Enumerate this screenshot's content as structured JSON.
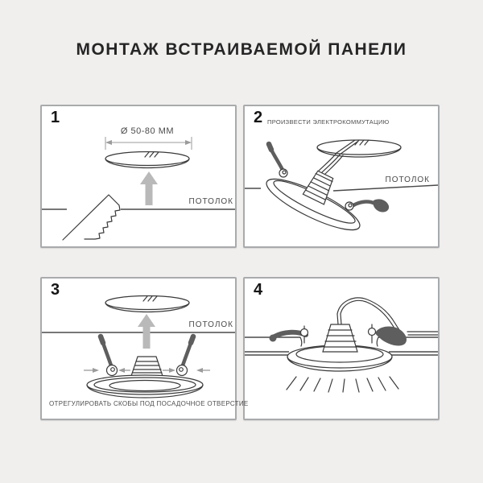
{
  "title": "МОНТАЖ ВСТРАИВАЕМОЙ ПАНЕЛИ",
  "labels": {
    "ceiling": "ПОТОЛОК",
    "hole_diameter": "Ø 50-80 ММ"
  },
  "steps": [
    {
      "number": "1"
    },
    {
      "number": "2",
      "caption": "ПРОИЗВЕСТИ ЭЛЕКТРОКОММУТАЦИЮ"
    },
    {
      "number": "3",
      "caption": "ОТРЕГУЛИРОВАТЬ СКОБЫ ПОД ПОСАДОЧНОЕ ОТВЕРСТИЕ"
    },
    {
      "number": "4"
    }
  ],
  "colors": {
    "page_background": "#f1efee",
    "panel_background": "#ffffff",
    "panel_border": "#a8aaac",
    "title_text": "#262626",
    "caption_text": "#4f4f4f",
    "drawing_line": "#3a3a3a",
    "ceiling_line": "#4a4a4a",
    "arrow_gray": "#b9b9b9",
    "clip_gray": "#5e5e5e",
    "dimension_gray": "#9b9b9b"
  }
}
